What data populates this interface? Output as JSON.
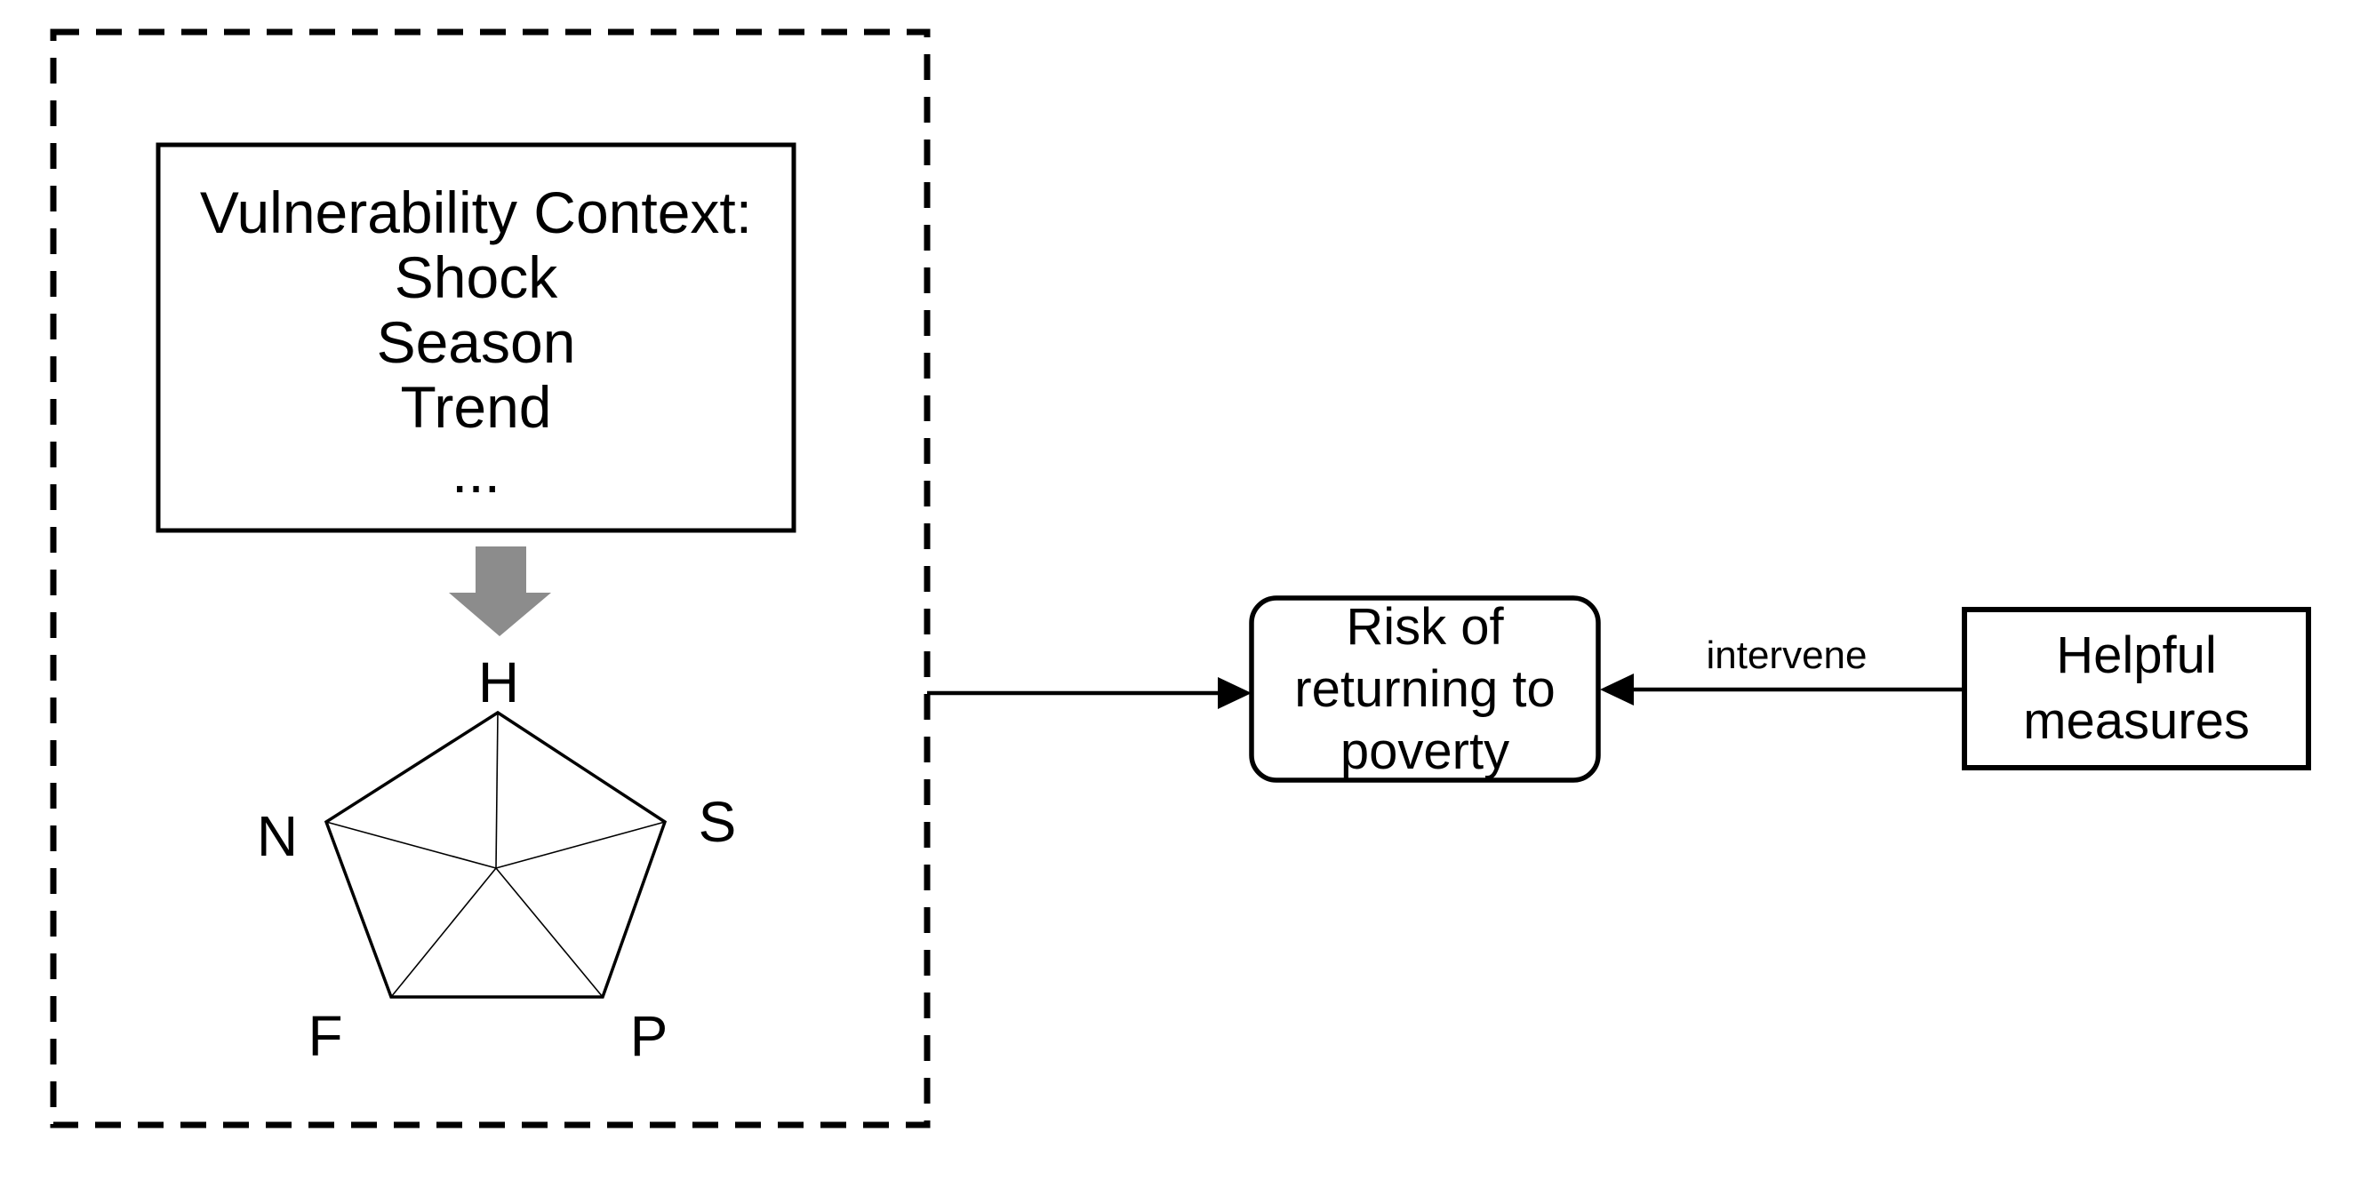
{
  "colors": {
    "stroke": "#000000",
    "gray_arrow": "#8C8C8C",
    "background": "#FFFFFF"
  },
  "vulnerability_context": {
    "title": "Vulnerability Context:",
    "items": [
      "Shock",
      "Season",
      "Trend",
      "..."
    ]
  },
  "pentagon": {
    "labels": {
      "top": "H",
      "right": "S",
      "bottom_right": "P",
      "bottom_left": "F",
      "left": "N"
    }
  },
  "risk_box": {
    "lines": [
      "Risk of",
      "returning to",
      "poverty"
    ]
  },
  "helpful_box": {
    "lines": [
      "Helpful",
      "measures"
    ]
  },
  "intervene_arrow": {
    "label": "intervene"
  }
}
